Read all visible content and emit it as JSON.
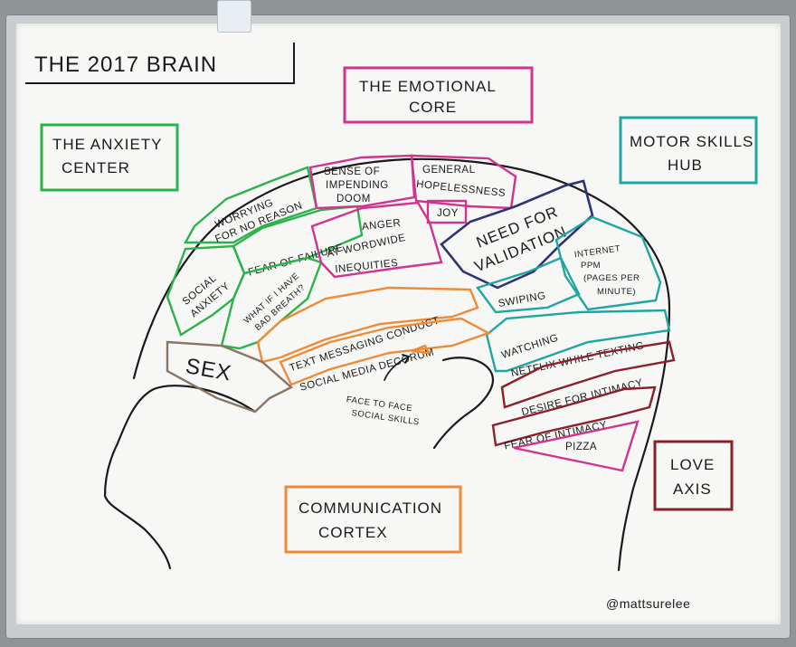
{
  "title": "THE 2017 BRAIN",
  "boxes": {
    "anxiety_center": [
      "THE ANXIETY",
      "CENTER"
    ],
    "emotional_core": [
      "THE EMOTIONAL",
      "CORE"
    ],
    "motor_skills_hub": [
      "MOTOR SKILLS",
      "HUB"
    ],
    "communication_cortex": [
      "COMMUNICATION",
      "CORTEX"
    ],
    "love_axis": [
      "LOVE",
      "AXIS"
    ]
  },
  "regions": {
    "worrying": [
      "WORRYING",
      "FOR NO REASON"
    ],
    "fear_of_failure": "FEAR OF FAILURE",
    "social_anxiety": [
      "SOCIAL",
      "ANXIETY"
    ],
    "bad_breath": [
      "WHAT IF I HAVE",
      "BAD BREATH?"
    ],
    "impending_doom": [
      "SENSE OF",
      "IMPENDING",
      "DOOM"
    ],
    "hopelessness": [
      "GENERAL",
      "HOPELESSNESS"
    ],
    "joy": "JOY",
    "anger": [
      "ANGER",
      "AT WORDWIDE",
      "INEQUITIES"
    ],
    "need_for_validation": [
      "NEED FOR",
      "VALIDATION"
    ],
    "swiping": "SWIPING",
    "internet_ppm": [
      "INTERNET",
      "PPM",
      "(PAGES PER",
      "MINUTE)"
    ],
    "netflix_texting": [
      "WATCHING",
      "NETFLIX WHILE TEXTING"
    ],
    "text_messaging": "TEXT MESSAGING CONDUCT",
    "social_media": "SOCIAL MEDIA DECORUM",
    "sex": "SEX",
    "desire_for_intimacy": "DESIRE FOR INTIMACY",
    "fear_of_intimacy": "FEAR OF INTIMACY",
    "pizza": "PIZZA"
  },
  "annotation": [
    "FACE TO FACE",
    "SOCIAL SKILLS"
  ],
  "signature": "@mattsurelee",
  "colors": {
    "green": "#2bb34a",
    "magenta": "#d0348e",
    "teal": "#1fa6a0",
    "navy": "#2e3377",
    "orange": "#f08a36",
    "brown": "#8a7465",
    "maroon": "#8b1f2a",
    "black": "#1a1a1a"
  }
}
